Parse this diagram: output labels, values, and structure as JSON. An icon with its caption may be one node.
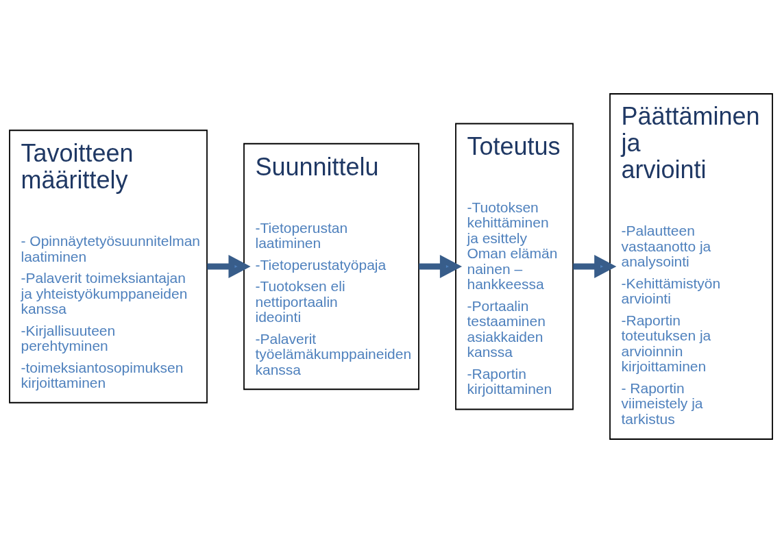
{
  "diagram": {
    "nodes": [
      {
        "text": [
          "Tavoitteen määrittely",
          "- Opinnäytetyösuunnitelman laatiminen",
          "-Palaverit toimeksiantajan ja yhteistyökumppaneiden kanssa",
          "-Kirjallisuuteen perehtyminen",
          "-toimeksiantosopimuksen kirjoittaminen"
        ]
      },
      {
        "text": [
          "Suunnittelu",
          "-Tietoperustan laatiminen",
          "-Tietoperustatyöpaja",
          "-Tuotoksen eli nettiportaalin ideointi",
          "-Palaverit työelämäkumppaineiden kanssa"
        ]
      },
      {
        "text": [
          "Toteutus",
          "-Tuotoksen kehittäminen ja esittely Oman elämän nainen – hankkeessa",
          "-Portaalin testaaminen asiakkaiden kanssa",
          "-Raportin kirjoittaminen"
        ]
      },
      {
        "text": [
          "Päättäminen ja arviointi",
          "-Palautteen vastaanotto ja analysointi",
          "-Kehittämistyön arviointi",
          "-Raportin toteutuksen ja arvioinnin kirjoittaminen",
          "- Raportin viimeistely ja tarkistus"
        ]
      }
    ],
    "edges": [
      {
        "from": 0,
        "to": 1,
        "arrow": "to"
      },
      {
        "from": 1,
        "to": 2,
        "arrow": "to"
      },
      {
        "from": 2,
        "to": 3,
        "arrow": "to"
      }
    ]
  }
}
